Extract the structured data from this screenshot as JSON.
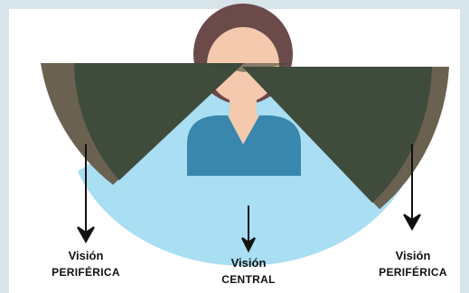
{
  "labels": {
    "left": {
      "line1": "Visión",
      "line2": "PERIFÉRICA"
    },
    "center": {
      "line1": "Visión",
      "line2": "CENTRAL"
    },
    "right": {
      "line1": "Visión",
      "line2": "PERIFÉRICA"
    }
  },
  "colors": {
    "background": "#d7e4ea",
    "panel": "#ffffff",
    "central_field": "#a9def3",
    "peripheral_field": "#3c4a3a",
    "peripheral_rim": "#6a6150",
    "hair": "#6b4a4a",
    "skin": "#f4c9ad",
    "shirt": "#3a87ad",
    "arrow": "#111111"
  }
}
